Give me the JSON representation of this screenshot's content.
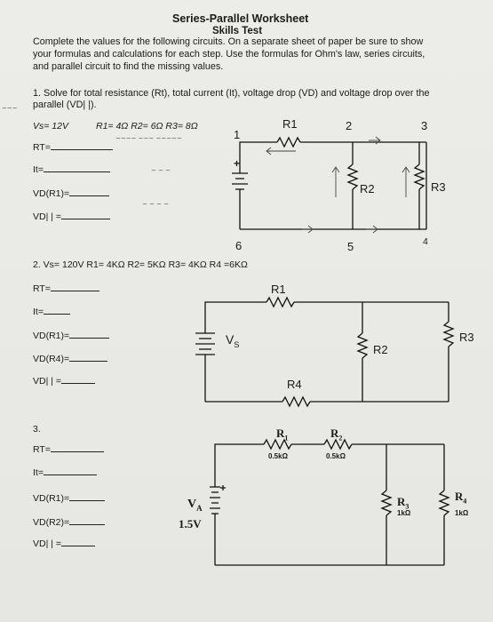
{
  "header": {
    "title": "Series-Parallel Worksheet",
    "subtitle": "Skills Test",
    "intro": "Complete the values for the following circuits. On a separate sheet of paper be sure to show your formulas and calculations for each step. Use the formulas for Ohm's law, series circuits, and parallel circuit to find the missing values."
  },
  "problem1": {
    "line1": "1. Solve for total resistance (Rt), total current (It), voltage drop (VD) and voltage drop over the",
    "line2": "parallel (VD| |).",
    "given": "Vs= 12V",
    "resistors": "R1= 4Ω   R2= 6Ω   R3= 8Ω",
    "fields": [
      "RT=",
      "It=",
      "VD(R1)=",
      "VD| | ="
    ],
    "node_labels": [
      "1",
      "2",
      "3",
      "4",
      "5",
      "6"
    ],
    "r1": "R1",
    "r2": "R2",
    "r3": "R3",
    "battery_plus": "+"
  },
  "problem2": {
    "given": "2. Vs= 120V    R1= 4KΩ   R2= 5KΩ   R3= 4KΩ   R4 =6KΩ",
    "fields": [
      "RT=",
      "It=",
      "VD(R1)=",
      "VD(R4)=",
      "VD| | ="
    ],
    "r1": "R1",
    "r2": "R2",
    "r3": "R3",
    "r4": "R4",
    "vs": "V",
    "vs_sub": "S"
  },
  "problem3": {
    "number": "3.",
    "fields": [
      "RT=",
      "It=",
      "VD(R1)=",
      "VD(R2)=",
      "VD| | ="
    ],
    "r1": "R",
    "r1_sub": "1",
    "r1_val": "0.5kΩ",
    "r2": "R",
    "r2_sub": "2",
    "r2_val": "0.5kΩ",
    "r3": "R",
    "r3_sub": "3",
    "r3_val": "1kΩ",
    "r4": "R",
    "r4_sub": "4",
    "r4_val": "1kΩ",
    "va": "V",
    "va_sub": "A",
    "va_val": "1.5V"
  }
}
